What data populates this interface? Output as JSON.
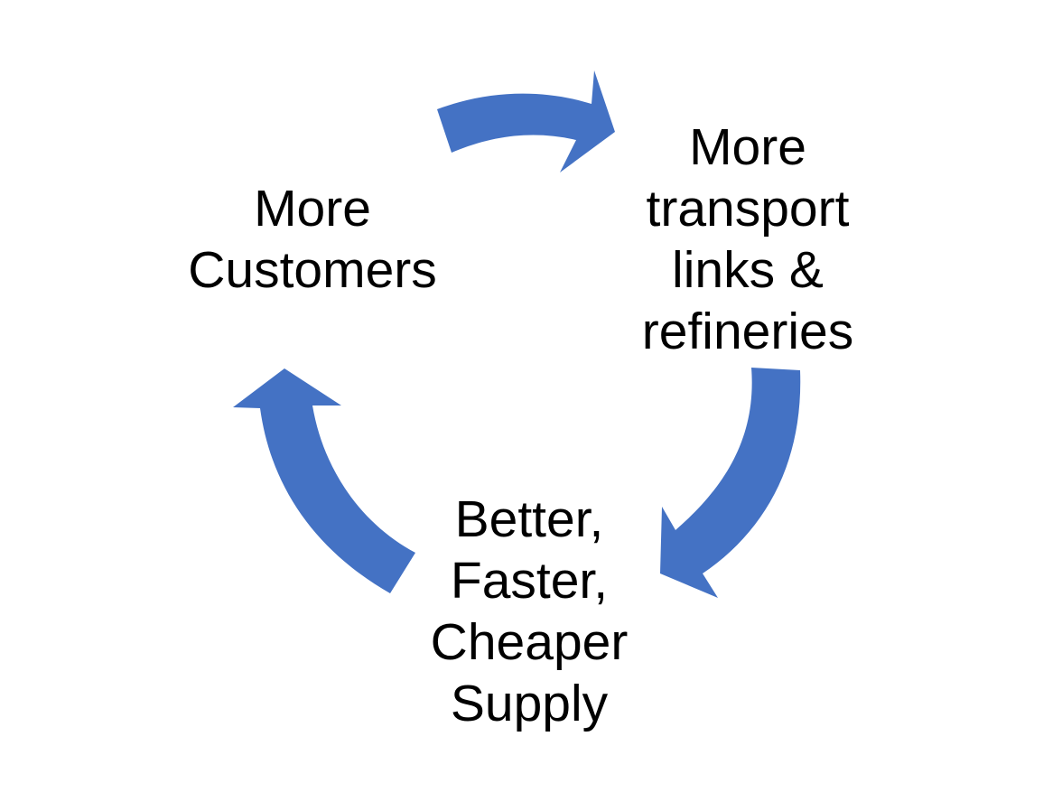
{
  "diagram": {
    "arrow_color": "#4472C4",
    "text_color": "#000000",
    "nodes": [
      {
        "id": "customers",
        "label": "More\nCustomers"
      },
      {
        "id": "transport",
        "label": "More\ntransport\nlinks &\nrefineries"
      },
      {
        "id": "supply",
        "label": "Better,\nFaster,\nCheaper\nSupply"
      }
    ],
    "edges": [
      {
        "from": "customers",
        "to": "transport"
      },
      {
        "from": "transport",
        "to": "supply"
      },
      {
        "from": "supply",
        "to": "customers"
      }
    ]
  }
}
